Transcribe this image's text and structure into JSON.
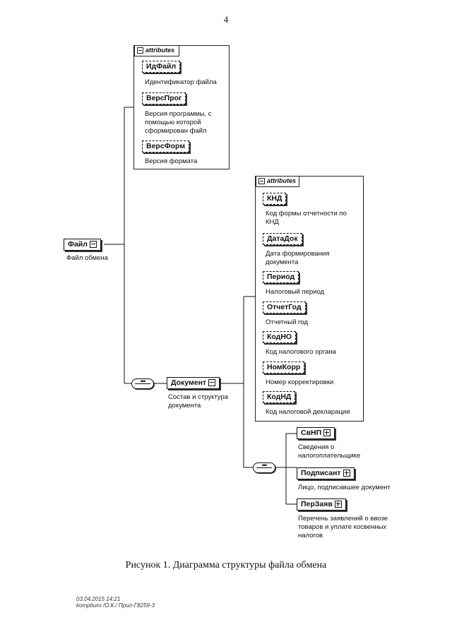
{
  "page_number": "4",
  "attributes_label": "attributes",
  "root": {
    "name": "Файл",
    "description": "Файл обмена"
  },
  "file_attributes": [
    {
      "name": "ИдФайл",
      "description": "Идентификатор файла"
    },
    {
      "name": "ВерсПрог",
      "description": "Версия программы, с помощью которой сформирован файл"
    },
    {
      "name": "ВерсФорм",
      "description": "Версия формата"
    }
  ],
  "document": {
    "name": "Документ",
    "description": "Состав и структура документа"
  },
  "document_attributes": [
    {
      "name": "КНД",
      "description": "Код формы отчетности по КНД"
    },
    {
      "name": "ДатаДок",
      "description": "Дата формирования документа"
    },
    {
      "name": "Период",
      "description": "Налоговый период"
    },
    {
      "name": "ОтчетГод",
      "description": "Отчетный год"
    },
    {
      "name": "КодНО",
      "description": "Код налогового органа"
    },
    {
      "name": "НомКорр",
      "description": "Номер корректировки"
    },
    {
      "name": "КодНД",
      "description": "Код налоговой декларации"
    }
  ],
  "children": [
    {
      "name": "СвНП",
      "description": "Сведения о налогоплательщике"
    },
    {
      "name": "Подписант",
      "description": "Лицо, подписавшее документ"
    },
    {
      "name": "ПерЗаяв",
      "description": "Перечень заявлений о ввозе товаров и уплате косвенных налогов"
    }
  ],
  "caption": "Рисунок 1. Диаграмма структуры файла обмена",
  "footer": {
    "line1": "03.04.2015 14:21",
    "line2": "kompburo /О.К./ Прил-Г8259-3"
  }
}
